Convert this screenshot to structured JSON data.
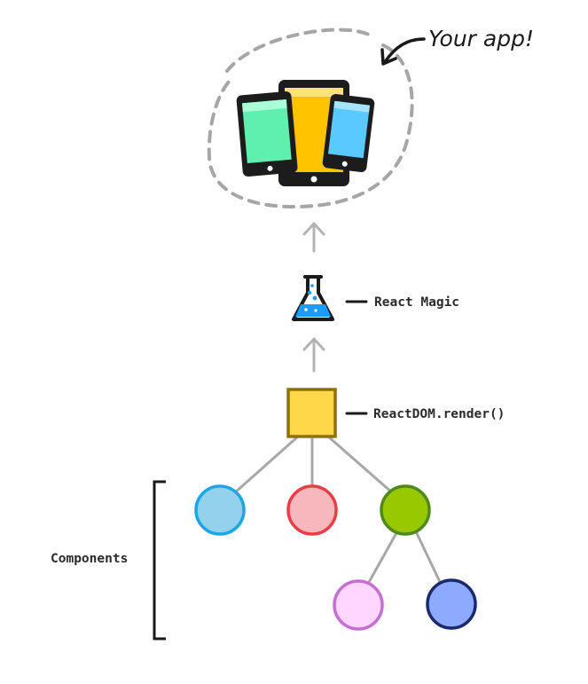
{
  "annotations": {
    "app_label": "Your app!",
    "magic_label": "React Magic",
    "render_label": "ReactDOM.render()",
    "components_label": "Components"
  },
  "colors": {
    "arrow_gray": "#b3b3b3",
    "dashed_gray": "#a6a6a6",
    "line_gray": "#a8a8a8",
    "root_fill": "#ffd84a",
    "root_stroke": "#8f7300",
    "tablet_body": "#1c1c1c",
    "tablet_screen": "#ffc300",
    "phone_left_screen": "#5ff0b0",
    "phone_right_screen": "#59c9ff",
    "flask_liquid": "#1a9cff",
    "node_blue_fill": "#94d1ec",
    "node_blue_stroke": "#1ba6e5",
    "node_red_fill": "#f6b8bd",
    "node_red_stroke": "#ea3e47",
    "node_green_fill": "#97c800",
    "node_green_stroke": "#4f8a1c",
    "node_pink_fill": "#ffd6ff",
    "node_pink_stroke": "#c56fd2",
    "node_navy_fill": "#8eaaff",
    "node_navy_stroke": "#1b2a6b"
  },
  "icons": {
    "devices": "devices-icon",
    "flask": "flask-icon",
    "root": "root-node"
  }
}
